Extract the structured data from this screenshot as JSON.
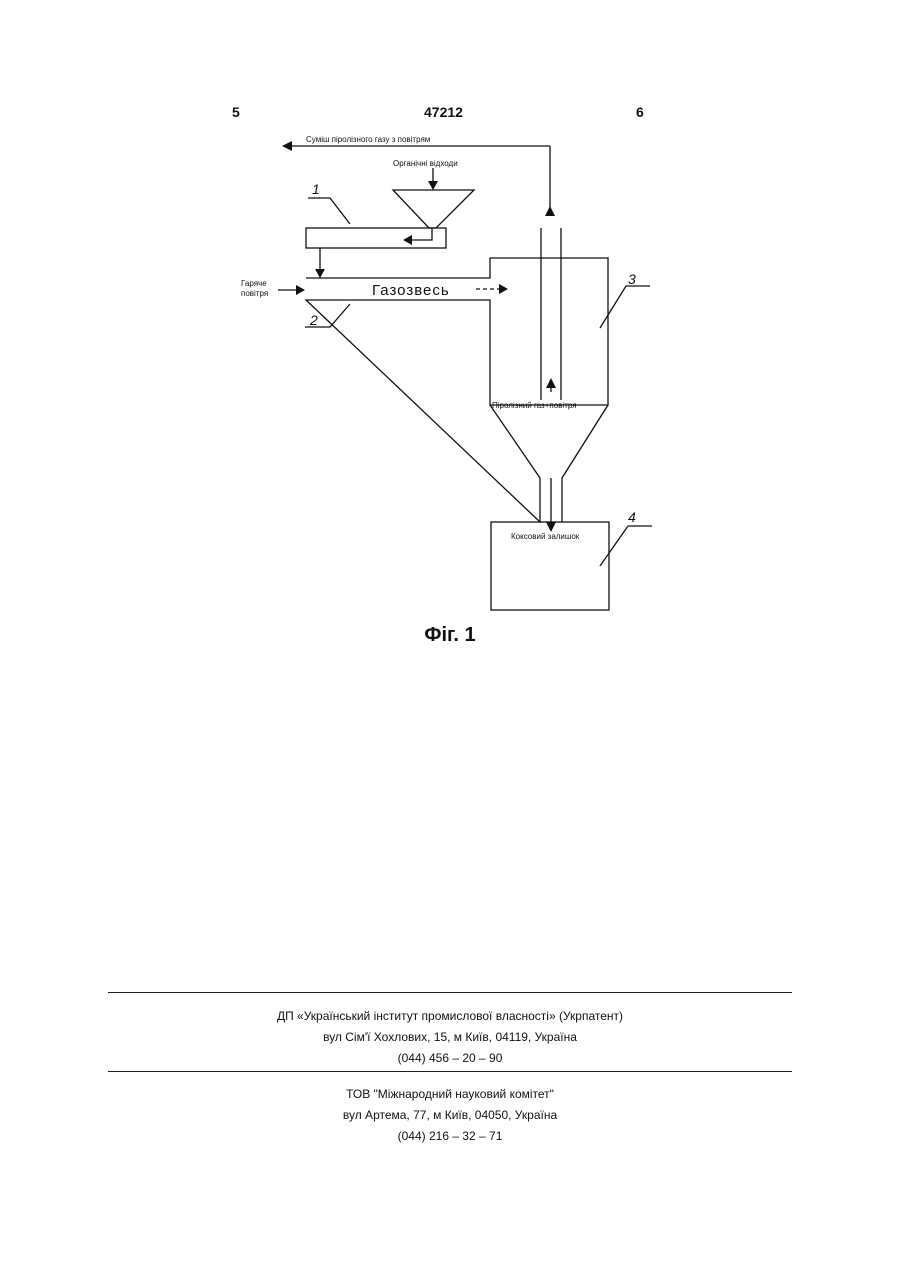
{
  "header": {
    "left_page": "5",
    "patent_number": "47212",
    "right_page": "6"
  },
  "figure": {
    "labels": {
      "exhaust": "Суміш піролізного газу з повітрям",
      "organic_waste": "Органічні відходи",
      "hot_air": [
        "Гаряче",
        "повітря"
      ],
      "gas_suspension": "Газозвесь",
      "pyrolysis_gas": "Піролізний газ+повітря",
      "coke_residue": "Коксовий залишок"
    },
    "callouts": [
      "1",
      "2",
      "3",
      "4"
    ],
    "caption": "Фіг. 1"
  },
  "footer": {
    "org1": {
      "name": "ДП «Український інститут промислової власності» (Укрпатент)",
      "address": "вул  Сім'ї Хохлових, 15, м  Київ, 04119, Україна",
      "phone": "(044) 456 – 20 –  90"
    },
    "org2": {
      "name": "ТОВ \"Міжнародний науковий комітет\"",
      "address": "вул  Артема, 77, м  Київ, 04050, Україна",
      "phone": "(044) 216 – 32 – 71"
    }
  }
}
